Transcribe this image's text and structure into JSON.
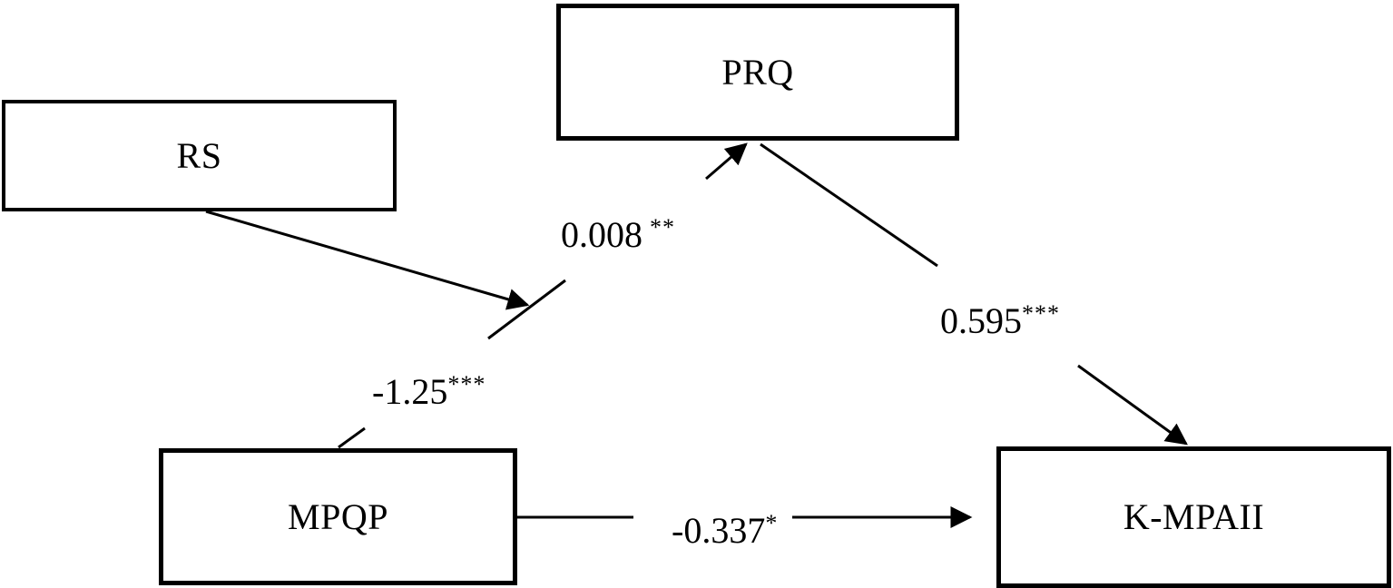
{
  "diagram": {
    "background_color": "#ffffff",
    "line_color": "#000000",
    "boxes": {
      "rs": {
        "label": "RS"
      },
      "prq": {
        "label": "PRQ"
      },
      "mpqp": {
        "label": "MPQP"
      },
      "kmpaii": {
        "label": "K-MPAII"
      }
    },
    "paths": {
      "moderation": {
        "from": "RS",
        "to": "MPQP-PRQ path",
        "coefficient": "0.008",
        "significance": "**"
      },
      "a_path": {
        "from": "MPQP",
        "to": "PRQ",
        "coefficient": "-1.25",
        "significance": "***"
      },
      "b_path": {
        "from": "PRQ",
        "to": "K-MPAII",
        "coefficient": "0.595",
        "significance": "***"
      },
      "direct_path": {
        "from": "MPQP",
        "to": "K-MPAII",
        "coefficient": "-0.337",
        "significance": "*"
      }
    }
  }
}
